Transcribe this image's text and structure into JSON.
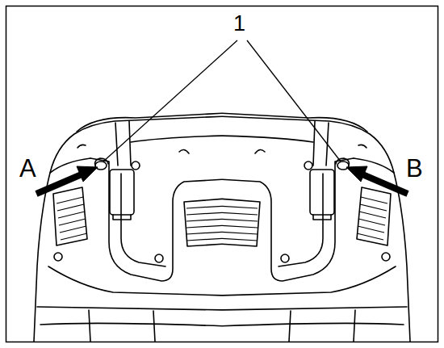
{
  "diagram": {
    "labels": [
      "1",
      "A",
      "B"
    ]
  }
}
